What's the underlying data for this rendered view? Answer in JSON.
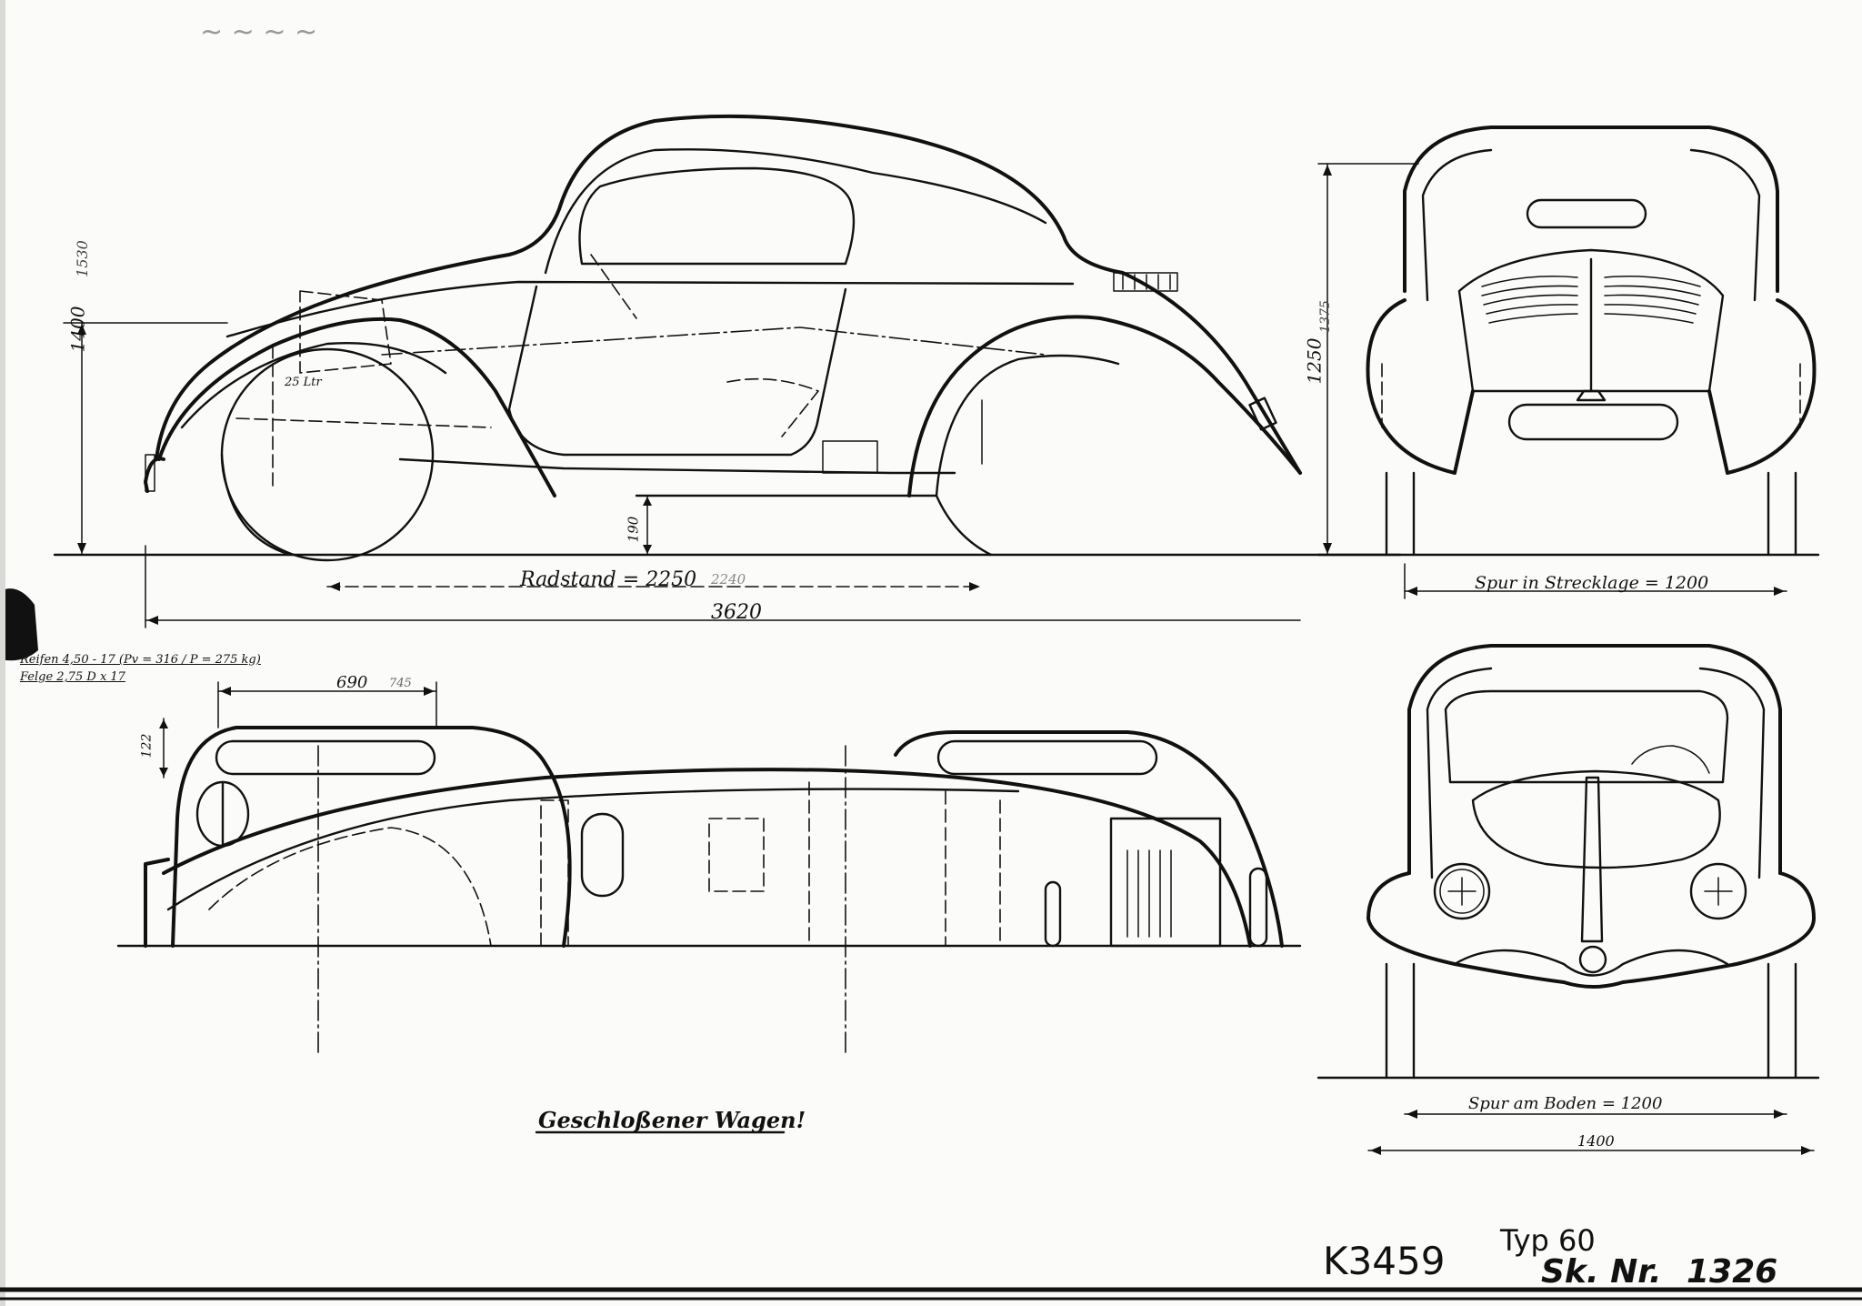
{
  "header": {
    "scribble": "~ ~ ~ ~"
  },
  "dimensions": {
    "wheelbase": "Radstand = 2250",
    "wheelbase_faint": "2240",
    "overall_length": "3620",
    "height_side_1": "1400",
    "height_side_2": "1530",
    "height_rear_1": "1250",
    "height_rear_2": "1375",
    "ground_clearance": "190",
    "fuel_tank": "25 Ltr",
    "plan_width_1": "690",
    "plan_width_2": "745",
    "plan_small": "122",
    "tire_line_1": "Reifen 4,50 - 17 (Pv = 316 / P = 275 kg)",
    "tire_line_2": "Felge 2,75 D x 17",
    "track_rear": "Spur in Strecklage = 1200",
    "track_front": "Spur am Boden = 1200",
    "front_width": "1400"
  },
  "caption": {
    "title": "Geschloßener Wagen!"
  },
  "stamp": {
    "archive": "K3459",
    "type": "Typ 60",
    "sketch": "Sk. Nr.",
    "number": "1326"
  },
  "colors": {
    "paper": "#fbfbf9",
    "ink": "#111111"
  }
}
